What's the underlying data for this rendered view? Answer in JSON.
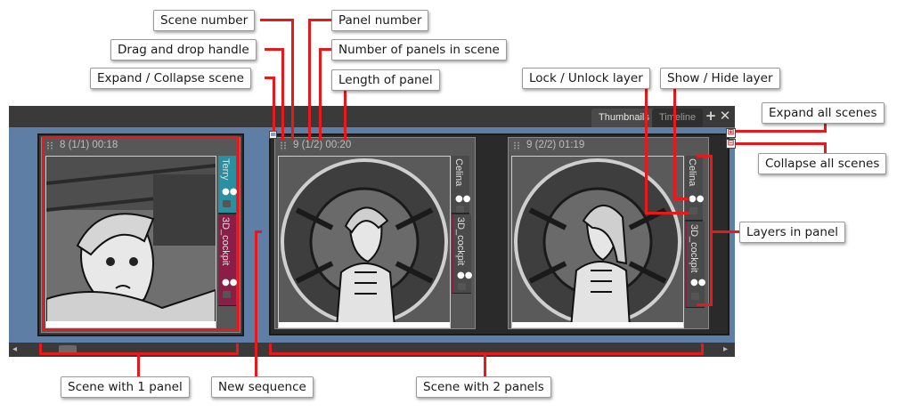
{
  "callouts": {
    "scene_number": "Scene number",
    "panel_number": "Panel number",
    "drag_drop": "Drag and drop handle",
    "num_panels": "Number of panels in scene",
    "expand_collapse_scene": "Expand / Collapse scene",
    "length_panel": "Length of panel",
    "lock_unlock": "Lock / Unlock layer",
    "show_hide": "Show / Hide layer",
    "expand_all": "Expand all scenes",
    "collapse_all": "Collapse all scenes",
    "layers_in_panel": "Layers in panel",
    "scene_1_panel": "Scene with 1 panel",
    "new_sequence": "New sequence",
    "scene_2_panels": "Scene with 2 panels"
  },
  "tabs": {
    "thumbnails": "Thumbnails",
    "timeline": "Timeline"
  },
  "scenes": [
    {
      "header": "8 (1/1) 00:18",
      "panels": [
        {
          "header": "8 (1/1) 00:18",
          "layers": [
            "Terry",
            "3D_cockpit"
          ]
        }
      ]
    },
    {
      "header": "9 (1/2) 00:20",
      "panels": [
        {
          "header": "9 (1/2) 00:20",
          "layers": [
            "Celina",
            "3D_cockpit"
          ]
        },
        {
          "header": "9 (2/2) 01:19",
          "layers": [
            "Celina",
            "3D_cockpit"
          ]
        }
      ]
    }
  ],
  "colors": {
    "callout_line": "#e8191c",
    "content_bg": "#5f7ea6",
    "layer_teal": "#2a8fa0",
    "layer_maroon": "#8a1e47"
  }
}
